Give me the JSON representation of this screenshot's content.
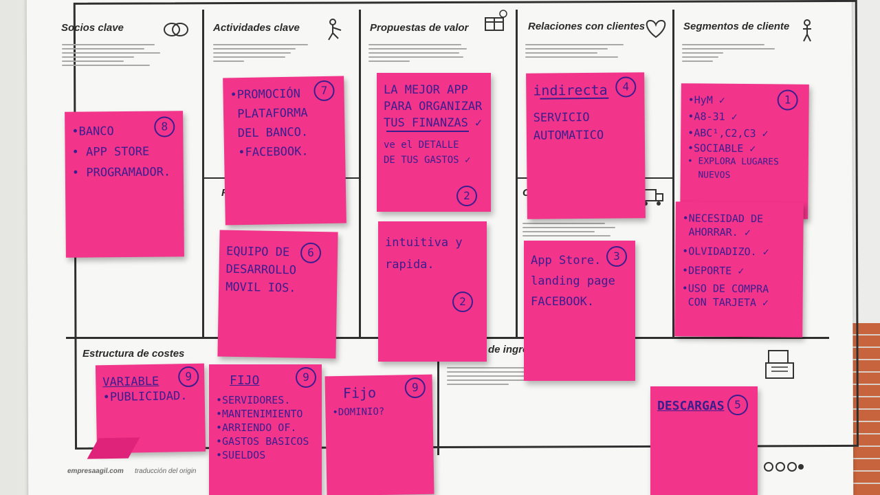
{
  "canvas": {
    "sections": {
      "socios": "Socios clave",
      "actividades": "Actividades clave",
      "propuestas": "Propuestas de valor",
      "relaciones": "Relaciones con clientes",
      "segmentos": "Segmentos de cliente",
      "costes": "Estructura de costes",
      "ingresos": "de ingre",
      "recursos": "Re",
      "canales": "C"
    },
    "footer": {
      "brand": "empresaagil.com",
      "credit": "traducción del origin"
    }
  },
  "notes": {
    "socios": {
      "lines": [
        "•BANCO",
        "• APP STORE",
        "• PROGRAMADOR."
      ],
      "badge": "8"
    },
    "actividades": {
      "lines": [
        "•PROMOCIÓN",
        " PLATAFORMA",
        " DEL BANCO.",
        " •FACEBOOK."
      ],
      "badge": "7"
    },
    "recursos": {
      "lines": [
        "EQUIPO DE",
        "DESARROLLO",
        "MOVIL IOS."
      ],
      "badge": "6"
    },
    "propuesta_1": {
      "lines": [
        "LA MEJOR APP",
        "PARA ORGANIZAR",
        "TUS FINANZAS ✓",
        "",
        "ve el DETALLE",
        "DE TUS GASTOS ✓"
      ],
      "badge": "2"
    },
    "propuesta_2": {
      "lines": [
        "intuitiva y",
        "rapida."
      ],
      "badge": "2"
    },
    "relaciones": {
      "lines": [
        "indirecta",
        "",
        "SERVICIO",
        "AUTOMATICO"
      ],
      "badge": "4"
    },
    "canales": {
      "lines": [
        "App Store.",
        "landing page",
        "FACEBOOK."
      ],
      "badge": "3"
    },
    "segmentos_1": {
      "lines": [
        "•HyM ✓",
        "•A8-31 ✓",
        "•ABC¹,C2,C3 ✓",
        "•SOCIABLE ✓",
        "• EXPLORA LUGARES",
        "  NUEVOS"
      ],
      "badge": "1"
    },
    "segmentos_2": {
      "lines": [
        "•NECESIDAD DE",
        " AHORRAR. ✓",
        "•OLVIDADIZO. ✓",
        "•DEPORTE ✓",
        "•USO DE COMPRA",
        " CON TARJETA ✓"
      ]
    },
    "costes_variable": {
      "lines": [
        "VARIABLE",
        "",
        "•PUBLICIDAD."
      ],
      "badge": "9"
    },
    "costes_fijo_1": {
      "lines": [
        "FIJO",
        "",
        "•SERVIDORES.",
        "•MANTENIMIENTO",
        "•ARRIENDO OF.",
        "•GASTOS BASICOS",
        "•SUELDOS"
      ],
      "badge": "9"
    },
    "costes_fijo_2": {
      "lines": [
        "Fijo",
        "",
        "•DOMINIO?"
      ],
      "badge": "9"
    },
    "ingresos": {
      "lines": [
        "DESCARGAS"
      ],
      "badge": "5"
    }
  }
}
